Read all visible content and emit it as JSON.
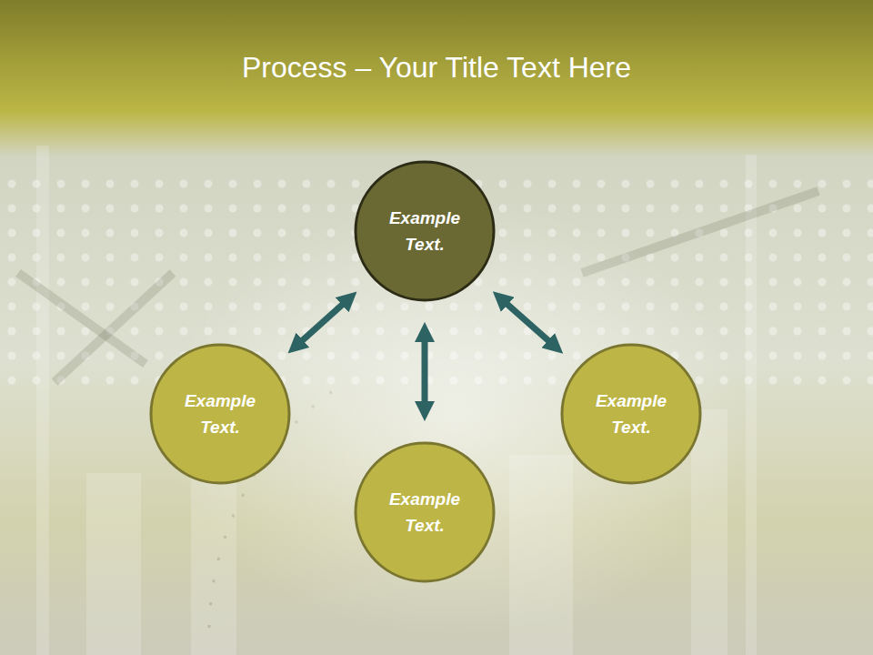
{
  "diagram": {
    "title": "Process – Your Title Text Here",
    "nodes": [
      {
        "text": [
          "Example Text."
        ]
      },
      {
        "text": [
          "Example Text."
        ]
      },
      {
        "text": [
          "Example Text."
        ]
      },
      {
        "text": [
          "Example Text."
        ]
      }
    ],
    "edges": [
      {
        "from": 0,
        "to": 1,
        "arrow": "both"
      },
      {
        "from": 0,
        "to": 3,
        "arrow": "both"
      },
      {
        "from": 0,
        "to": 2,
        "arrow": "both"
      }
    ]
  }
}
